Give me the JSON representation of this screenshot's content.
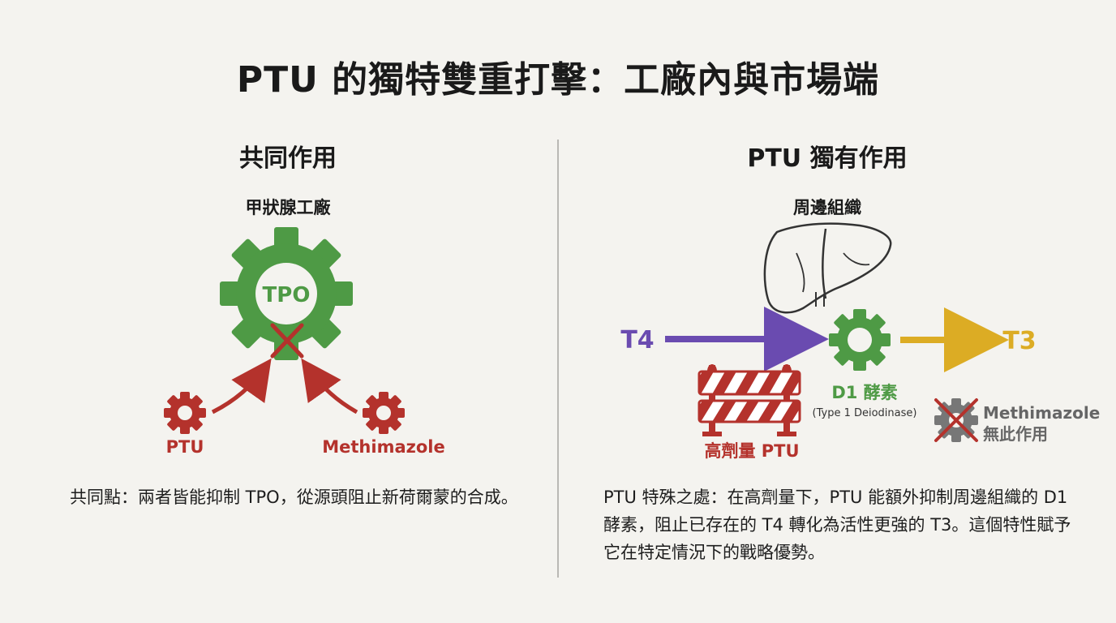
{
  "title": "PTU 的獨特雙重打擊：工廠內與市場端",
  "left": {
    "heading": "共同作用",
    "site_label": "甲狀腺工廠",
    "enzyme_label": "TPO",
    "drug_a": "PTU",
    "drug_b": "Methimazole",
    "caption": "共同點：兩者皆能抑制 TPO，從源頭阻止新荷爾蒙的合成。"
  },
  "right": {
    "heading": "PTU 獨有作用",
    "site_label": "周邊組織",
    "substrate": "T4",
    "product": "T3",
    "enzyme_label": "D1 酵素",
    "enzyme_sub": "(Type 1 Deiodinase)",
    "blocker_label": "高劑量 PTU",
    "no_effect_drug": "Methimazole",
    "no_effect_text": "無此作用",
    "caption": "PTU 特殊之處：在高劑量下，PTU 能額外抑制周邊組織的 D1 酵素，阻止已存在的 T4 轉化為活性更強的 T3。這個特性賦予它在特定情況下的戰略優勢。"
  },
  "colors": {
    "gear_green": "#4e9a45",
    "inhibit_red": "#b4322c",
    "t4_purple": "#6a4bb0",
    "t3_gold": "#dcac24",
    "muted_gray": "#666666"
  }
}
